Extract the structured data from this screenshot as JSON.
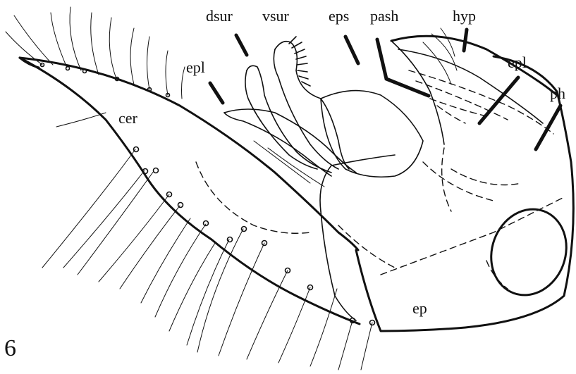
{
  "figure_number": "6",
  "labels": {
    "dsur": "dsur",
    "vsur": "vsur",
    "eps": "eps",
    "pash": "pash",
    "hyp": "hyp",
    "epl_left": "epl",
    "epl_right": "epl",
    "ph": "ph",
    "cer": "cer",
    "ep": "ep"
  }
}
